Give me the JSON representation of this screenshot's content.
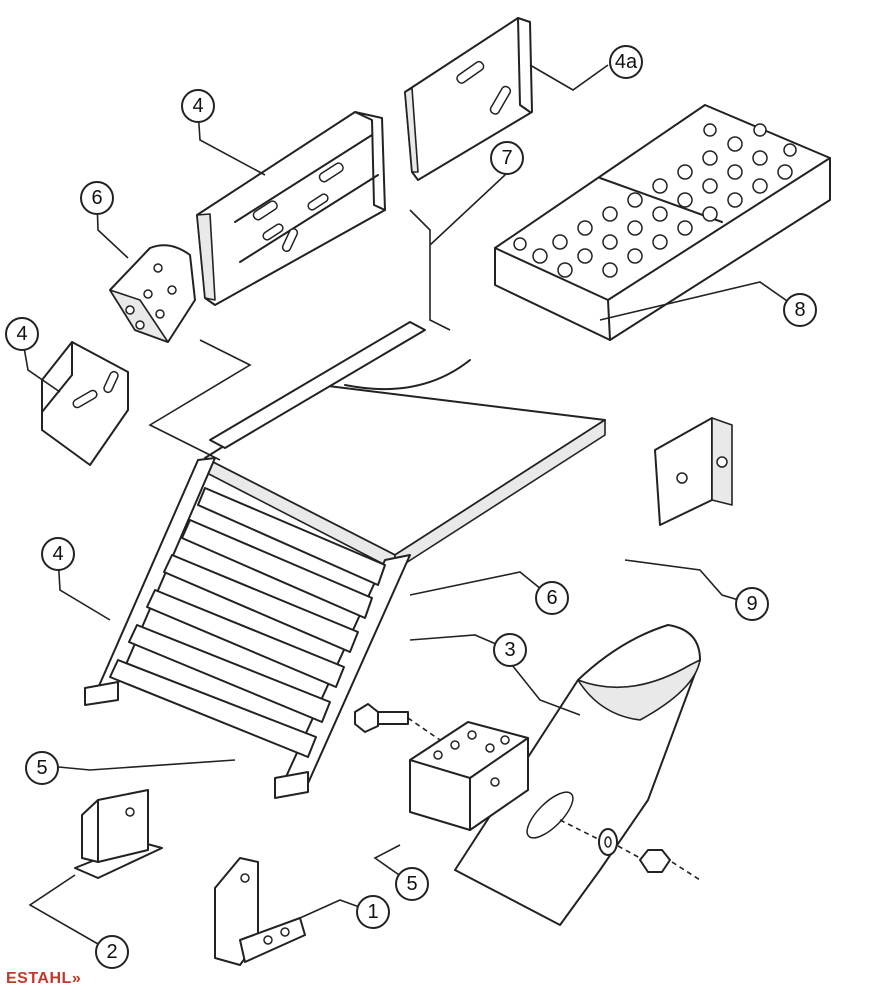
{
  "brand": {
    "logo_text": "ESTAHL",
    "logo_mark": "»",
    "logo_color": "#c0392b"
  },
  "callouts": [
    {
      "id": "c1",
      "label": "1"
    },
    {
      "id": "c2",
      "label": "2"
    },
    {
      "id": "c3",
      "label": "3"
    },
    {
      "id": "c4a",
      "label": "4"
    },
    {
      "id": "c4b",
      "label": "4"
    },
    {
      "id": "c4c",
      "label": "4"
    },
    {
      "id": "c4d",
      "label": "4a"
    },
    {
      "id": "c5a",
      "label": "5"
    },
    {
      "id": "c5b",
      "label": "5"
    },
    {
      "id": "c6a",
      "label": "6"
    },
    {
      "id": "c6b",
      "label": "6"
    },
    {
      "id": "c7",
      "label": "7"
    },
    {
      "id": "c8",
      "label": "8"
    },
    {
      "id": "c9",
      "label": "9"
    }
  ]
}
